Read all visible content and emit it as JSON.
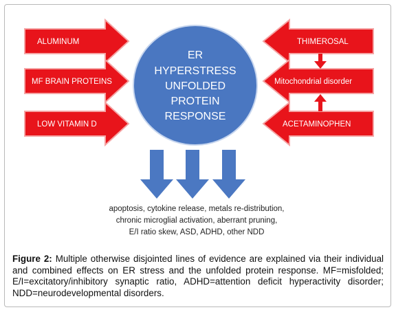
{
  "diagram": {
    "left_inputs": [
      {
        "id": "aluminum",
        "label": "ALUMINUM"
      },
      {
        "id": "mf-brain-proteins",
        "label": "MF BRAIN PROTEINS"
      },
      {
        "id": "low-vitamin-d",
        "label": "LOW VITAMIN D"
      }
    ],
    "right_inputs": [
      {
        "id": "thimerosal",
        "label": "THIMEROSAL"
      },
      {
        "id": "mitochondrial-disorder",
        "label": "Mitochondrial disorder"
      },
      {
        "id": "acetaminophen",
        "label": "ACETAMINOPHEN"
      }
    ],
    "center_lines": [
      "ER",
      "HYPERSTRESS",
      "UNFOLDED",
      "PROTEIN",
      "RESPONSE"
    ],
    "outcome_lines": [
      "apoptosis, cytokine release, metals re-distribution,",
      "chronic microglial activation, aberrant pruning,",
      "E/I ratio skew, ASD, ADHD, other NDD"
    ]
  },
  "caption": {
    "label": "Figure 2:",
    "text": " Multiple otherwise disjointed lines of evidence are explained via their individual and combined effects on ER stress and the unfolded protein response. MF=misfolded; E/I=excitatory/inhibitory synaptic ratio, ADHD=attention deficit hyperactivity disorder; NDD=neurodevelopmental disorders."
  },
  "colors": {
    "arrow_red": "#e8141b",
    "arrow_border": "#f5a3a3",
    "circle_blue": "#4a77c1",
    "down_arrow_blue": "#4b78c2"
  }
}
